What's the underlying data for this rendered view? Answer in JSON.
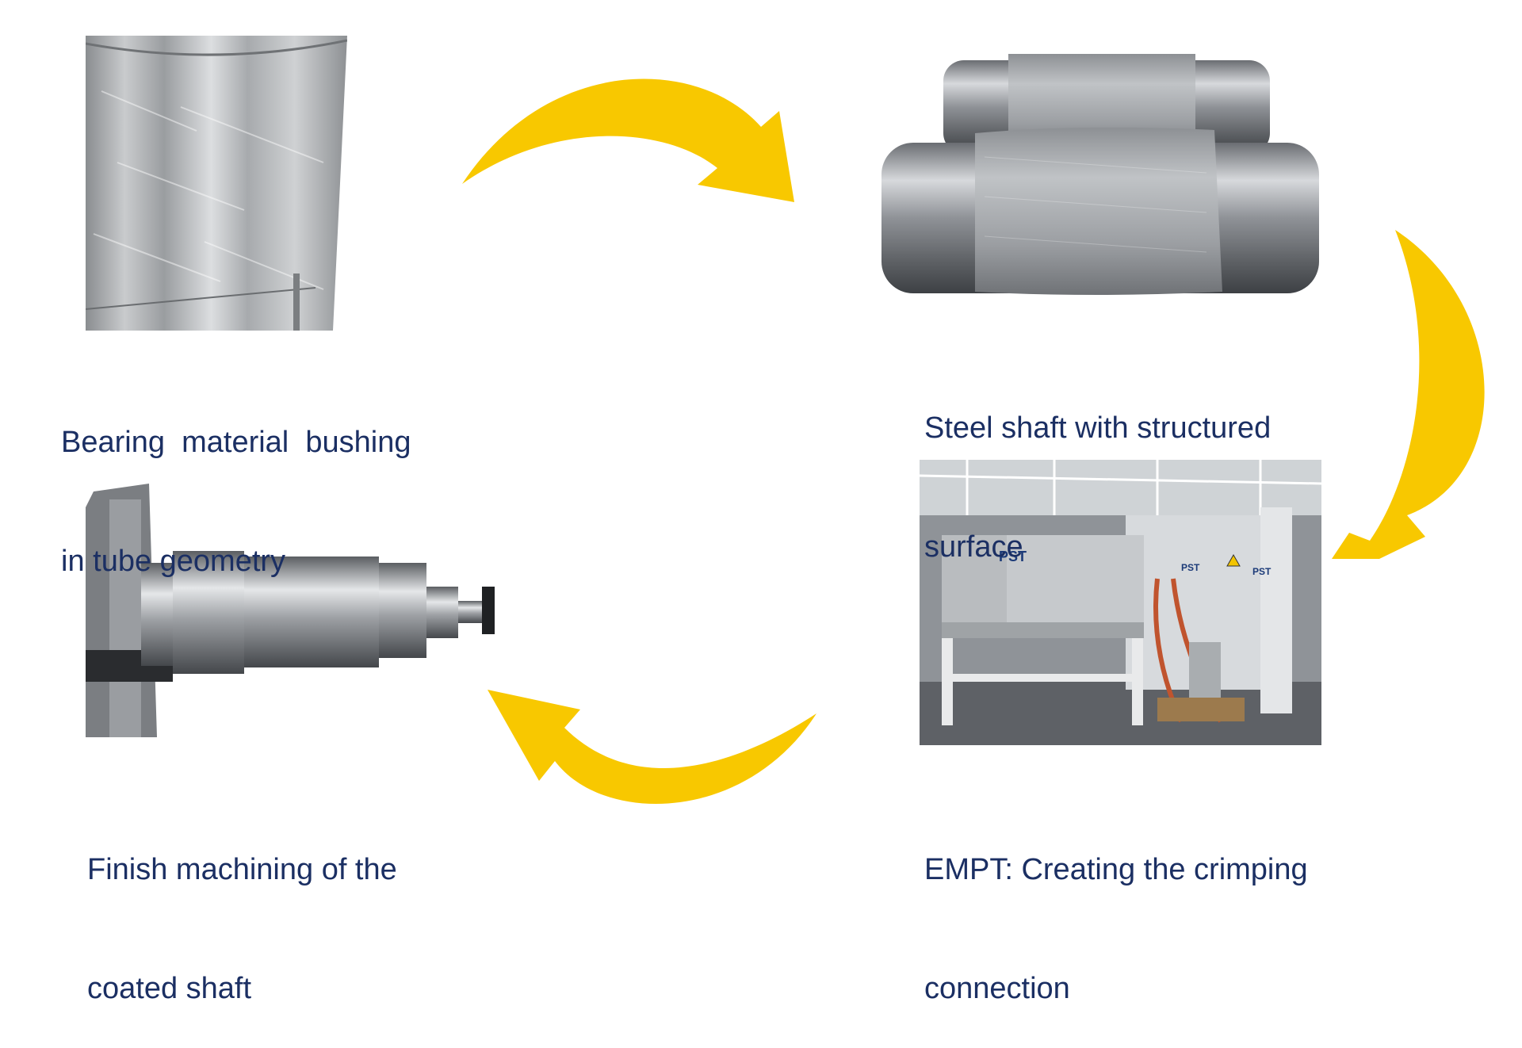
{
  "steps": [
    {
      "id": "bushing",
      "image": "bearing-bushing-tube-photo",
      "caption_lines": [
        "Bearing  material  bushing",
        "in tube geometry"
      ]
    },
    {
      "id": "shaft",
      "image": "structured-steel-shaft-photo",
      "caption_lines": [
        "Steel shaft with structured",
        "surface"
      ]
    },
    {
      "id": "empt",
      "image": "empt-machine-photo",
      "caption_lines": [
        "EMPT: Creating the crimping",
        "connection"
      ],
      "machine_logo_text": "PST"
    },
    {
      "id": "finish",
      "image": "coated-shaft-lathe-photo",
      "caption_lines": [
        "Finish machining of the",
        "coated shaft"
      ]
    }
  ],
  "arrow_color": "#f8c800",
  "text_color": "#1b2f63",
  "flow": "clockwise"
}
